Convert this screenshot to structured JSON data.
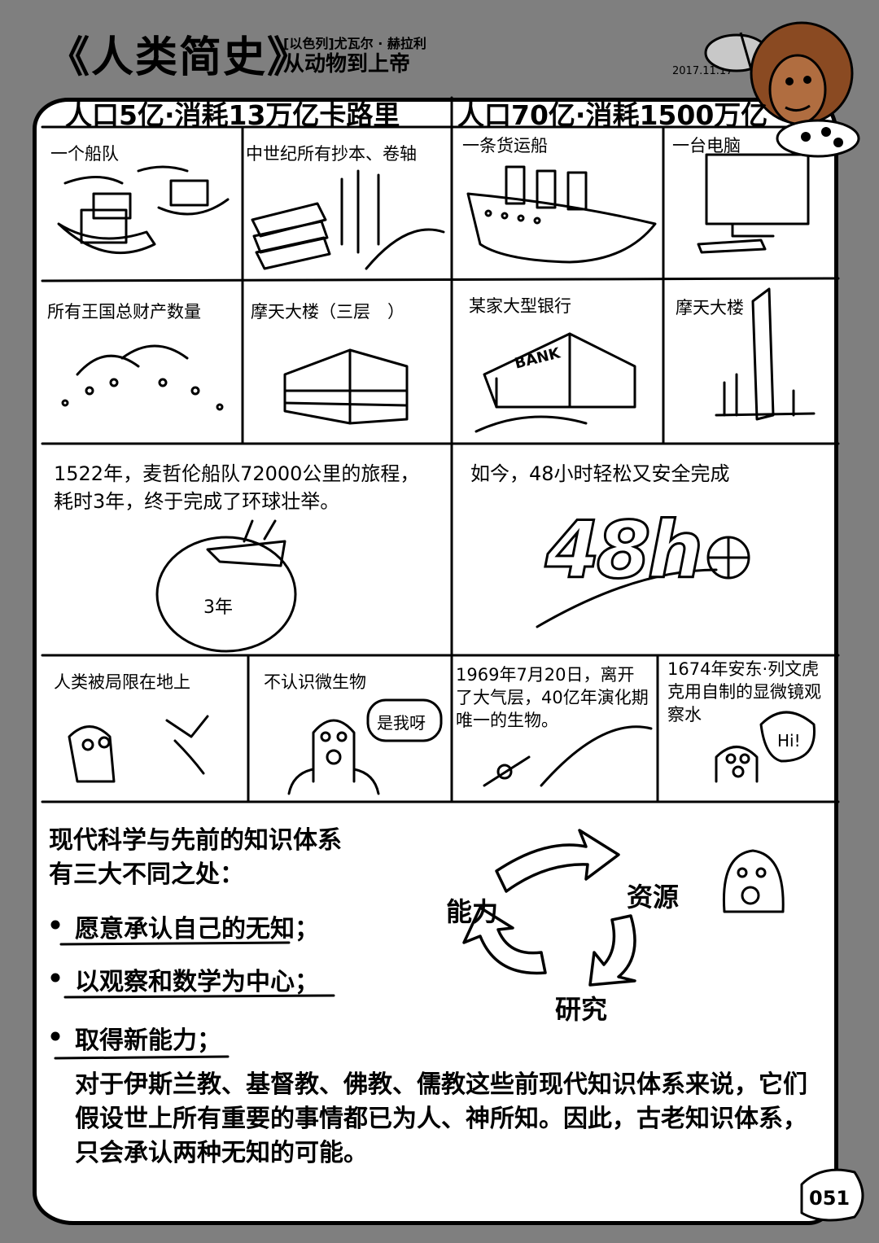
{
  "header": {
    "title": "《人类简史》",
    "author": "[以色列]尤瓦尔 · 赫拉利",
    "subtitle": "从动物到上帝",
    "date": "2017.11.17"
  },
  "sections": {
    "past_heading": "人口5亿·消耗13万亿卡路里",
    "now_heading": "人口70亿·消耗1500万亿"
  },
  "panels": {
    "fleet": "一个船队",
    "manuscripts": "中世纪所有抄本、卷轴",
    "cargo_ship": "一条货运船",
    "computer": "一台电脑",
    "kingdom_wealth": "所有王国总财产数量",
    "skyscraper_old": "摩天大楼（三层　）",
    "bank": "某家大型银行",
    "skyscraper_new": "摩天大楼",
    "bank_sign": "BANK",
    "magellan": "1522年，麦哲伦船队72000公里的旅程，耗时3年，终于完成了环球壮举。",
    "three_years": "3年",
    "today": "如今，48小时轻松又安全完成",
    "hours_48": "48h",
    "earthbound": "人类被局限在地上",
    "microbes": "不认识微生物",
    "its_me": "是我呀",
    "moon": "1969年7月20日，离开了大气层，40亿年演化期唯一的生物。",
    "leeuwenhoek": "1674年安东·列文虎克用自制的显微镜观察水",
    "hi": "Hi!"
  },
  "science": {
    "intro_line1": "现代科学与先前的知识体系",
    "intro_line2": "有三大不同之处：",
    "bullets": [
      "愿意承认自己的无知；",
      "以观察和数学为中心；",
      "取得新能力；"
    ],
    "paragraph": "对于伊斯兰教、基督教、佛教、儒教这些前现代知识体系来说，它们假设世上所有重要的事情都已为人、神所知。因此，古老知识体系，只会承认两种无知的可能。",
    "cycle": [
      "能力",
      "资源",
      "研究"
    ]
  },
  "page_number": "051"
}
